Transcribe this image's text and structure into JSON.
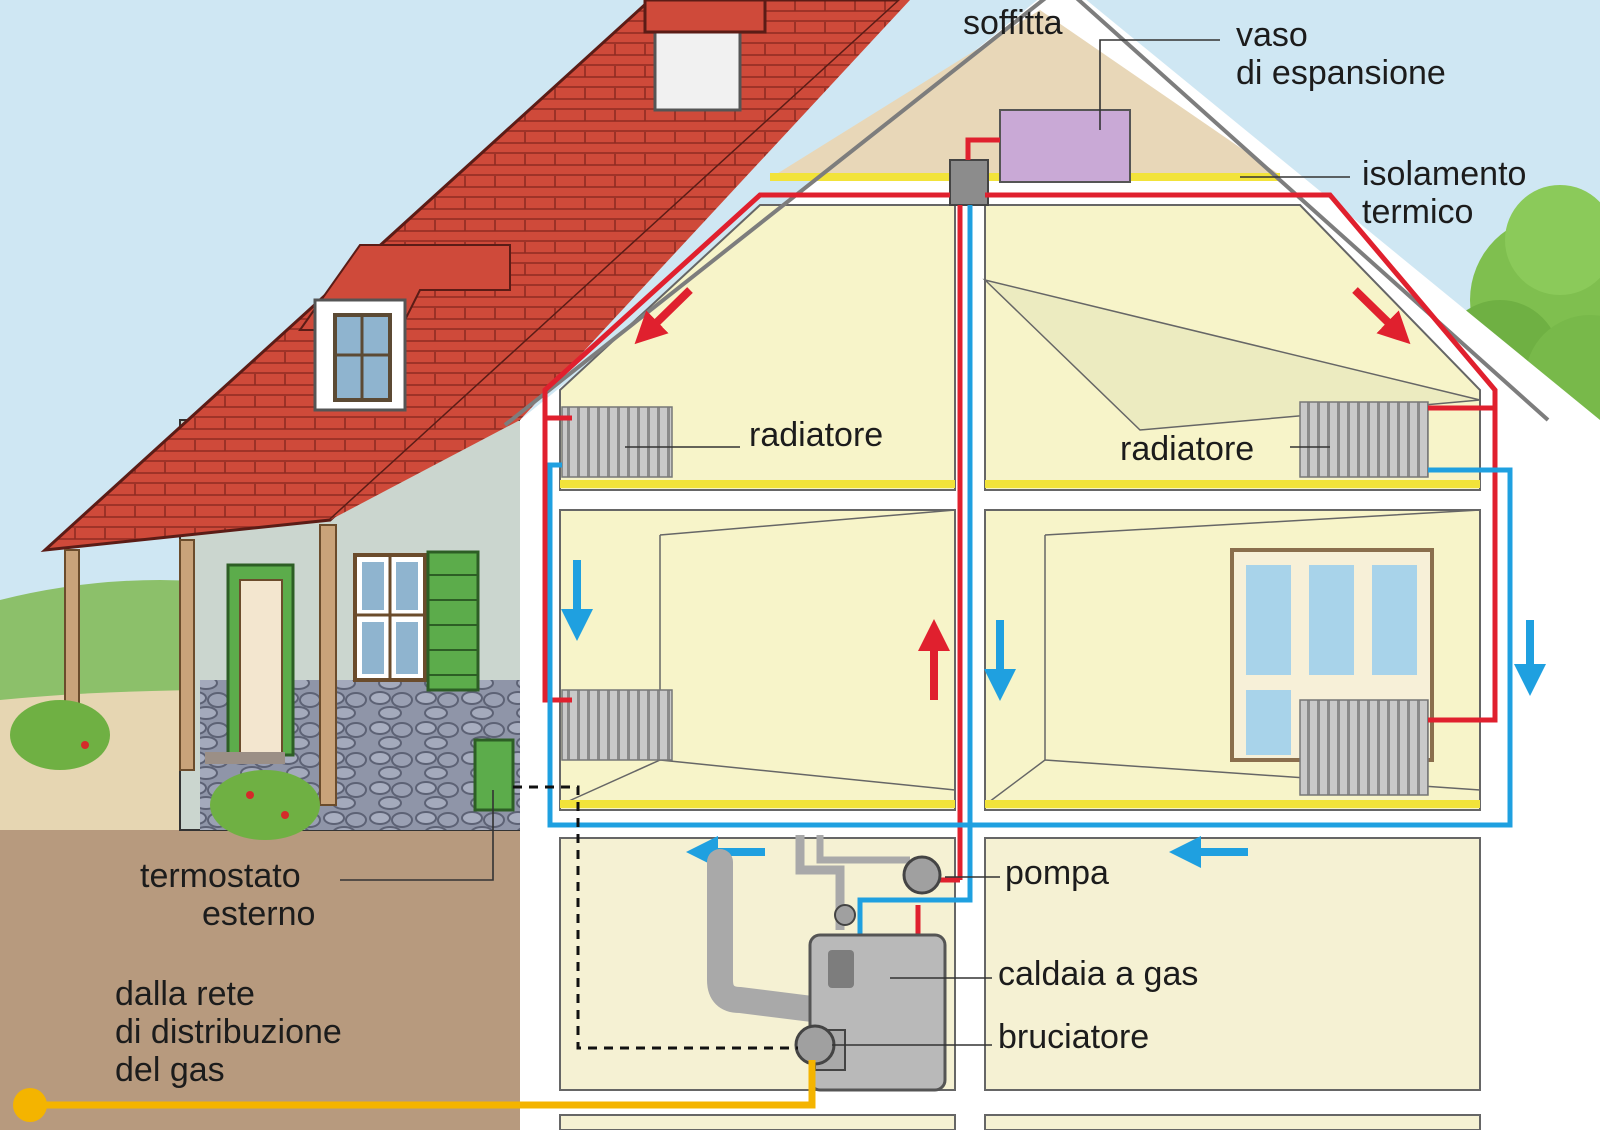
{
  "labels": {
    "attic": "soffitta",
    "expansion_tank": [
      "vaso",
      "di espansione"
    ],
    "insulation": [
      "isolamento",
      "termico"
    ],
    "radiator_left": "radiatore",
    "radiator_right": "radiatore",
    "pump": "pompa",
    "boiler": "caldaia a gas",
    "burner": "bruciatore",
    "thermostat": [
      "termostato",
      "esterno"
    ],
    "gas_supply": [
      "dalla rete",
      "di distribuzione",
      "del gas"
    ]
  },
  "colors": {
    "hot_water_pipe": "#e0202e",
    "cold_water_pipe": "#1fa0e0",
    "gas_pipe": "#f4b400",
    "insulation": "#f2e33a",
    "roof_tiles": "#cf4a3a",
    "sky": "#cfe7f3",
    "ground": "#b79a7e",
    "shutters": "#5cac4b"
  }
}
